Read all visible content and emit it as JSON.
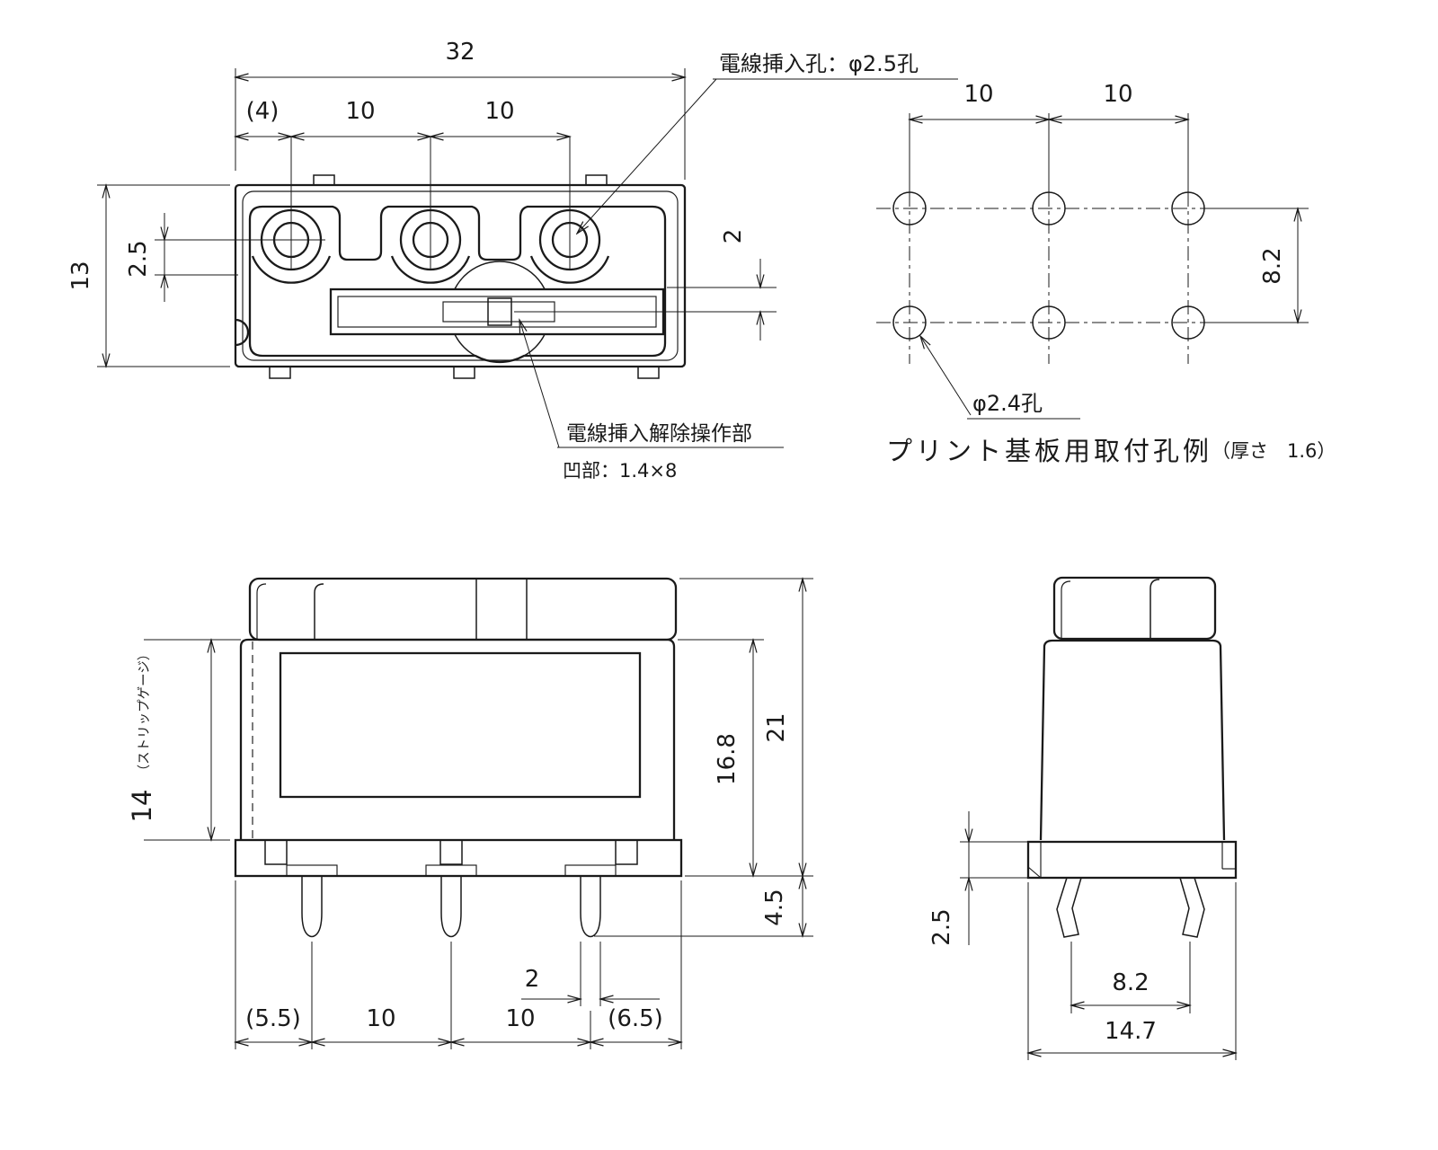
{
  "drawing": {
    "background_color": "#ffffff",
    "line_color": "#1a1a1a",
    "top_view": {
      "dim_overall_width": "32",
      "dim_left_offset": "(4)",
      "dim_pitch_a": "10",
      "dim_pitch_b": "10",
      "dim_height": "13",
      "dim_hole_center": "2.5",
      "dim_slot_offset": "2",
      "label_wire_hole": "電線挿入孔：φ2.5孔",
      "label_release": "電線挿入解除操作部",
      "label_recess": "凹部：1.4×8"
    },
    "pcb_view": {
      "dim_pitch_a": "10",
      "dim_pitch_b": "10",
      "dim_row_pitch": "8.2",
      "label_hole": "φ2.4孔",
      "caption": "プリント基板用取付孔例",
      "caption_note": "（厚さ　1.6）"
    },
    "front_view": {
      "dim_strip_gauge": "14",
      "dim_strip_gauge_note": "（ストリップゲージ）",
      "dim_body_height": "16.8",
      "dim_overall_height": "21",
      "dim_pin_length": "4.5",
      "dim_pin_width": "2",
      "dim_left_margin": "(5.5)",
      "dim_pitch_a": "10",
      "dim_pitch_b": "10",
      "dim_right_margin": "(6.5)"
    },
    "side_view": {
      "dim_flange_height": "2.5",
      "dim_pin_span": "8.2",
      "dim_depth": "14.7"
    }
  }
}
